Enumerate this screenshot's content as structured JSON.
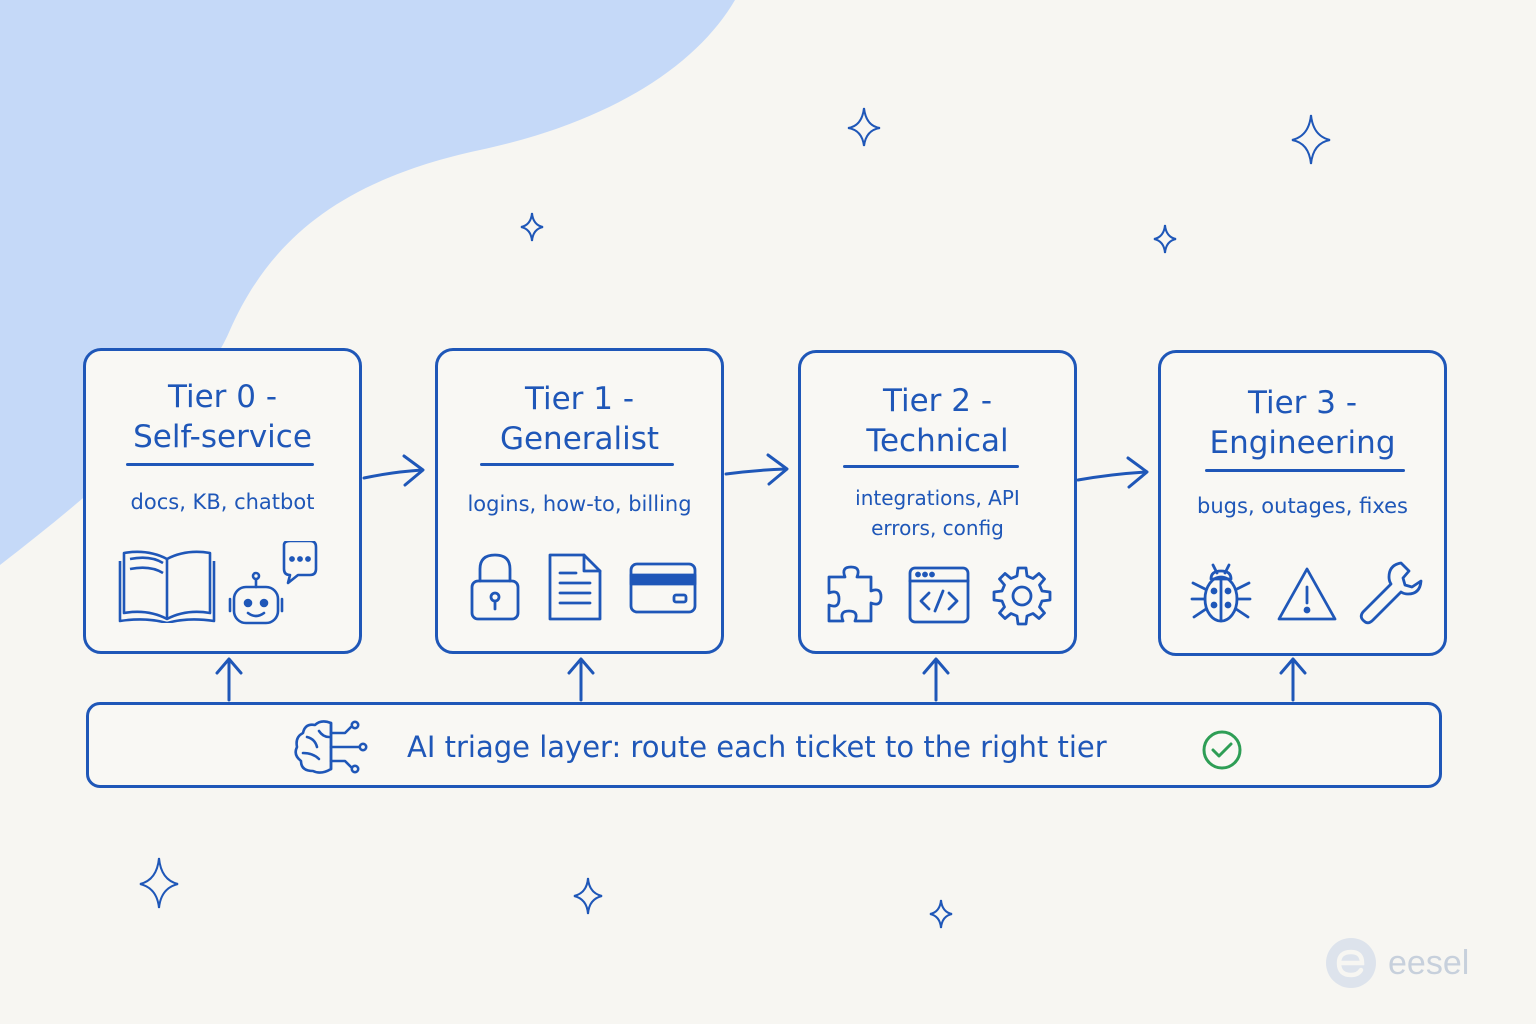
{
  "tiers": [
    {
      "title_line1": "Tier 0 -",
      "title_line2": "Self-service",
      "examples": "docs, KB, chatbot",
      "icons": [
        "book-icon",
        "robot-chat-icon"
      ]
    },
    {
      "title_line1": "Tier 1 -",
      "title_line2": "Generalist",
      "examples": "logins, how-to, billing",
      "icons": [
        "lock-icon",
        "document-icon",
        "credit-card-icon"
      ]
    },
    {
      "title_line1": "Tier 2 -",
      "title_line2": "Technical",
      "examples_line1": "integrations, API",
      "examples_line2": "errors, config",
      "icons": [
        "puzzle-icon",
        "code-window-icon",
        "gear-icon"
      ]
    },
    {
      "title_line1": "Tier 3 -",
      "title_line2": "Engineering",
      "examples": "bugs, outages, fixes",
      "icons": [
        "bug-icon",
        "warning-icon",
        "wrench-icon"
      ]
    }
  ],
  "triage": {
    "label": "AI triage layer: route each ticket to the right tier",
    "icons": [
      "brain-circuit-icon",
      "check-circle-icon"
    ]
  },
  "brand": {
    "name": "eesel"
  },
  "colors": {
    "ink": "#1f57b8",
    "background": "#f7f6f2",
    "blob": "#c5d9f8",
    "check": "#2e9e55",
    "logo": "#c7d0dc"
  }
}
